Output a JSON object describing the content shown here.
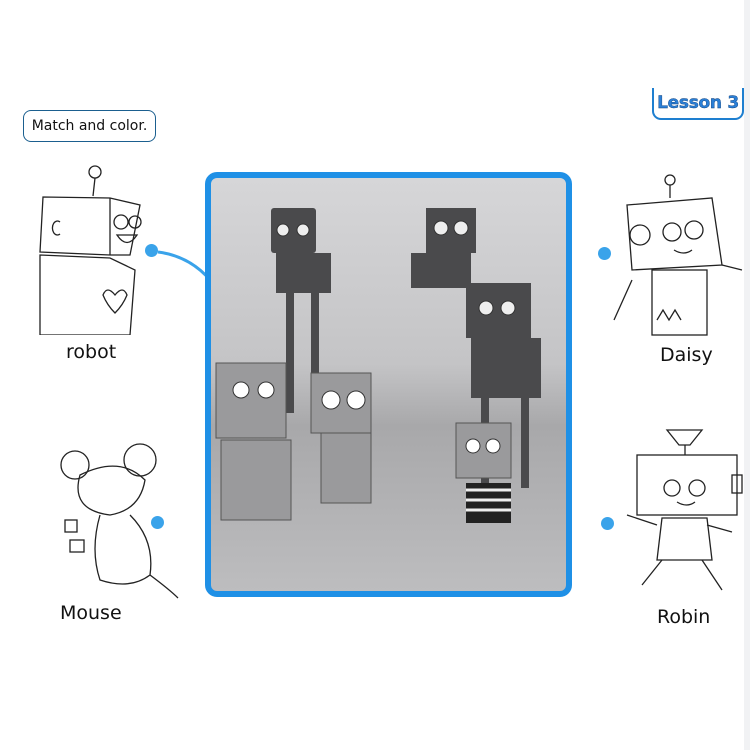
{
  "header": {
    "lesson_tab": "Lesson 3"
  },
  "instruction": "Match and color.",
  "left_items": [
    {
      "label": "robot"
    },
    {
      "label": "Mouse"
    }
  ],
  "right_items": [
    {
      "label": "Daisy"
    },
    {
      "label": "Robin"
    }
  ],
  "colors": {
    "accent": "#1f90e6",
    "dot": "#3aa3ea"
  }
}
